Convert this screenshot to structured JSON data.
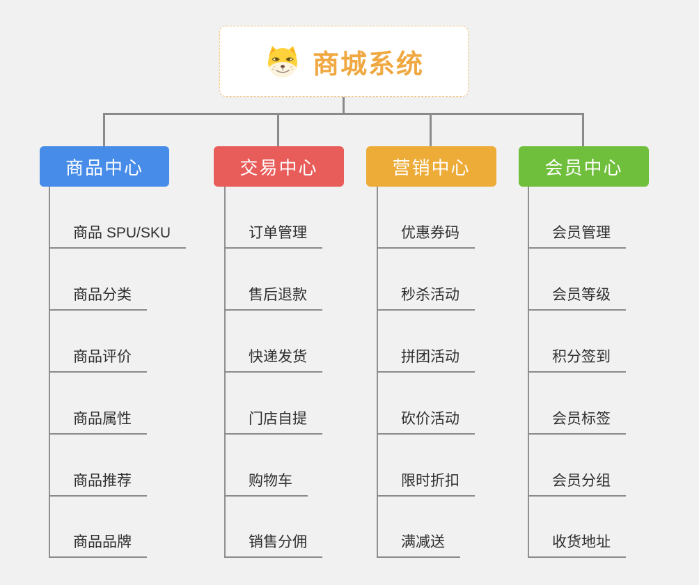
{
  "page": {
    "background_color": "#f1f1f1",
    "connector_color": "#8a8a8a"
  },
  "root": {
    "title": "商城系统",
    "icon": "shiba-dog-icon",
    "title_color": "#f0a841",
    "border_color": "#f6c480"
  },
  "branches": [
    {
      "label": "商品中心",
      "color": "#478ce8",
      "items": [
        "商品 SPU/SKU",
        "商品分类",
        "商品评价",
        "商品属性",
        "商品推荐",
        "商品品牌"
      ]
    },
    {
      "label": "交易中心",
      "color": "#e85c5a",
      "items": [
        "订单管理",
        "售后退款",
        "快递发货",
        "门店自提",
        "购物车",
        "销售分佣"
      ]
    },
    {
      "label": "营销中心",
      "color": "#edab38",
      "items": [
        "优惠券码",
        "秒杀活动",
        "拼团活动",
        "砍价活动",
        "限时折扣",
        "满减送"
      ]
    },
    {
      "label": "会员中心",
      "color": "#6fbf3c",
      "items": [
        "会员管理",
        "会员等级",
        "积分签到",
        "会员标签",
        "会员分组",
        "收货地址"
      ]
    }
  ]
}
